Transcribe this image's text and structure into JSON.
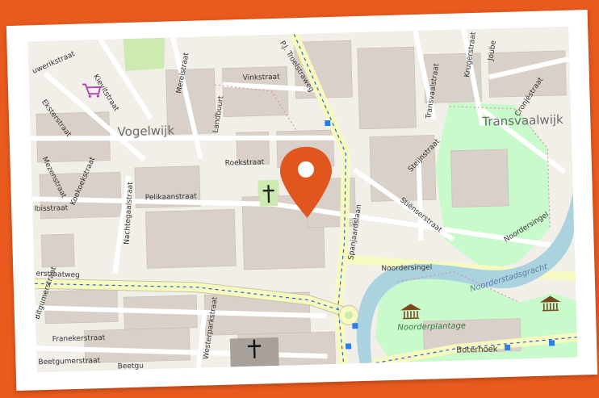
{
  "map": {
    "neighborhoods": [
      "Vogelwijk",
      "Transvaalwijk"
    ],
    "streets": {
      "wieriksstraat": "uwerikstraat",
      "kievitstraat": "Kievitstraat",
      "merelstraat": "Merelstraat",
      "vinkstraat": "Vinkstraat",
      "troelstraweg": "P.J. Troelstraweg",
      "transvaalstraat": "Transvaalstraat",
      "krugerstraat": "Krugerstraat",
      "joubertstraat": "Joube",
      "cronjestraat": "Cronjéstraat",
      "eksterstraat": "Eksterstraat",
      "landbuurt": "Landbuurt",
      "mezenstraat": "Mezenstraat",
      "roekstraat": "Roekstraat",
      "steijnstraat": "Steijnstraat",
      "koekoekstraat": "Koekoekstraat",
      "ibisstraat": "Ibisstraat",
      "pelikaanstraat": "Pelikaanstraat",
      "nachtegaalstraat": "Nachtegaalstraat",
      "spanjaardslaan": "Spanjaardslaan",
      "stienserstraat": "Stiënserstraat",
      "noordersingel_right": "Noordersingel",
      "harlingerstraatweg": "erstraatweg",
      "noordersingel": "Noordersingel",
      "bitgumerstraat": "Bitgumerstraat",
      "franekerstraat": "Franekerstraat",
      "westerparkstraat": "Westerparkstraat",
      "beetgumerstraat": "Beetgumerstraat",
      "beetgum2": "Beetgu",
      "boterhoek": "Boterhoek"
    },
    "water_label": "Noorderstadsgracht",
    "park_label": "Noorderplantage",
    "colors": {
      "frame": "#e85a1e",
      "marker": "#e0561e",
      "background": "#f2efe9",
      "building": "#d9d0c9",
      "major_road": "#f7fabf",
      "water": "#aad3df",
      "park": "#c8facc"
    },
    "icons": [
      "map-marker-icon",
      "church-icon",
      "shop-icon",
      "museum-icon",
      "bus-stop-icon"
    ]
  }
}
